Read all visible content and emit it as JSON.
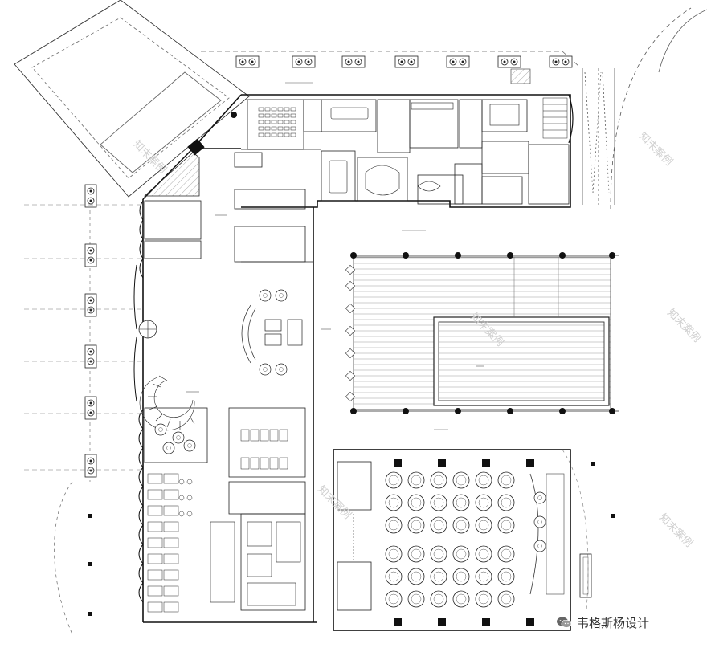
{
  "brand": {
    "text": "韦格斯杨设计",
    "icon": "wechat-icon"
  },
  "watermarks": [
    "知末案例",
    "知末案例",
    "知末案例",
    "知末案例",
    "知末案例",
    "知末案例"
  ],
  "colors": {
    "line": "#222222",
    "thin": "#555555",
    "fill_dark": "#111111",
    "pool_stroke": "#444444",
    "watermark": "#c8c8c8"
  }
}
